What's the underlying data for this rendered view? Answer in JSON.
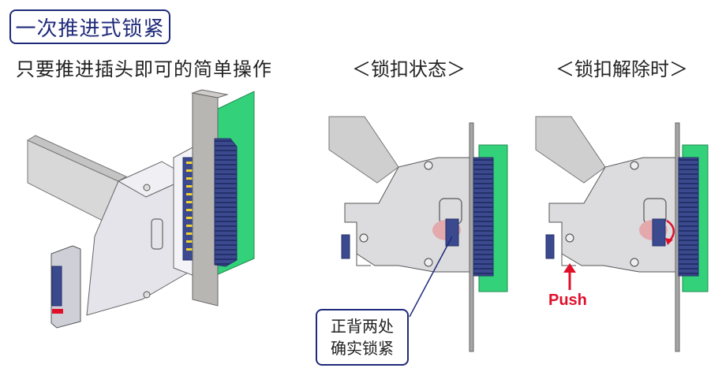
{
  "header": {
    "title": "一次推进式锁紧",
    "subtitle": "只要推进插头即可的简单操作"
  },
  "states": {
    "locked_label": "＜锁扣状态＞",
    "release_label": "＜锁扣解除时＞"
  },
  "callout": {
    "line1": "正背两处",
    "line2": "确实锁紧"
  },
  "release": {
    "push_label": "Push"
  },
  "colors": {
    "accent": "#1f2a7a",
    "pcb": "#33d17a",
    "connector": "#3b4a8f",
    "push": "#e0102b",
    "housing": "#e4e4ea"
  }
}
